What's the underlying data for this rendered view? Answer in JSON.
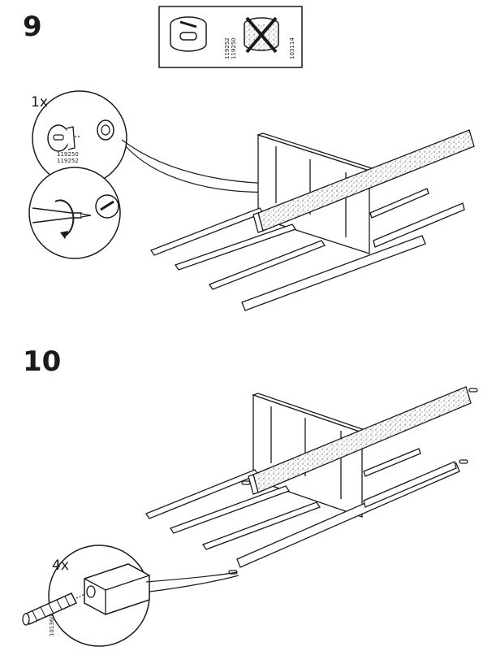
{
  "steps": [
    {
      "number": "9",
      "quantity": "1x",
      "callout_part_numbers": [
        "119250",
        "119252"
      ],
      "header_part_numbers": [
        "119252",
        "119250",
        "103114"
      ]
    },
    {
      "number": "10",
      "quantity": "4x",
      "dowel_part_number": "101360"
    }
  ],
  "colors": {
    "ink": "#1a1a1a",
    "paper": "#ffffff",
    "speckle": "#bdbdbd"
  },
  "icons": [
    "cam-lock-icon",
    "crossed-out-cam-lock-icon",
    "screwdriver-icon",
    "rotate-arrow-icon",
    "dowel-icon"
  ]
}
